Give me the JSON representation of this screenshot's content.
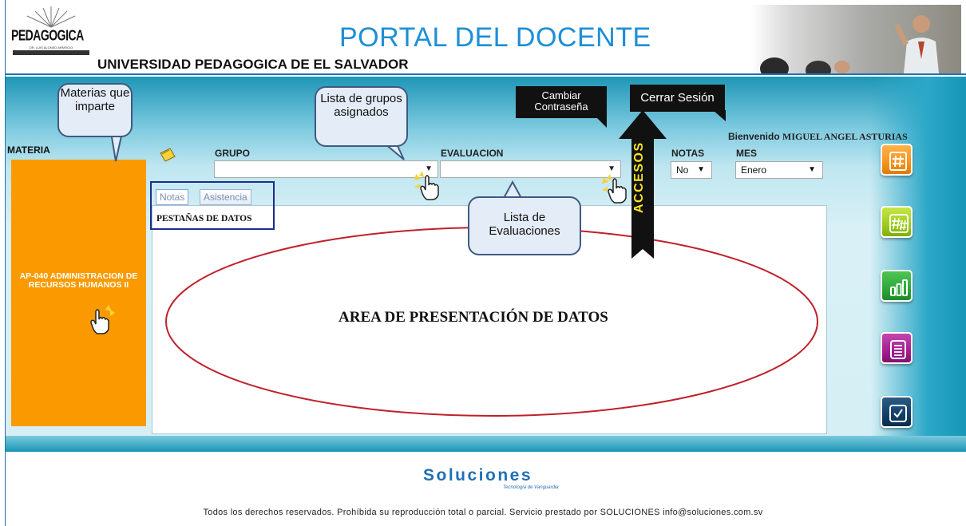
{
  "header": {
    "logo_text": "PEDAGOGICA",
    "logo_subtitle": "DR. LUIS ALONSO APARICIO",
    "portal_title": "PORTAL DEL DOCENTE",
    "university_name": "UNIVERSIDAD PEDAGOGICA DE EL SALVADOR"
  },
  "sidebar": {
    "label": "MATERIA",
    "subject": "AP-040 ADMINISTRACION DE RECURSOS HUMANOS II"
  },
  "filters": {
    "grupo_label": "GRUPO",
    "grupo_value": "",
    "evaluacion_label": "EVALUACION",
    "evaluacion_value": "",
    "notas_label": "NOTAS",
    "notas_value": "No",
    "mes_label": "MES",
    "mes_value": "Enero"
  },
  "welcome": {
    "prefix": "Bienvenido",
    "user_name": "MIGUEL ANGEL ASTURIAS"
  },
  "tabs": [
    {
      "label": "Notas"
    },
    {
      "label": "Asistencia"
    }
  ],
  "annotations": {
    "materias": "Materias que imparte",
    "grupos": "Lista de grupos asignados",
    "evaluaciones": "Lista de Evaluaciones",
    "cambiar_contrasena": "Cambiar Contraseña",
    "cerrar_sesion": "Cerrar Sesión",
    "accesos": "ACCESOS",
    "pestanas": "PESTAÑAS DE DATOS",
    "area": "AREA DE PRESENTACIÓN DE DATOS"
  },
  "access_tiles": [
    {
      "icon": "hash-icon",
      "color": "#f7941d"
    },
    {
      "icon": "hash-multi-icon",
      "color": "#9ccc1c"
    },
    {
      "icon": "bar-chart-icon",
      "color": "#2fa83a"
    },
    {
      "icon": "document-list-icon",
      "color": "#a3208f"
    },
    {
      "icon": "checkbox-icon",
      "color": "#123f66"
    }
  ],
  "footer": {
    "brand": "Soluciones",
    "tagline": "Tecnología de Vanguardia",
    "copyright": "Todos los derechos reservados. Prohíbida su reproducción total o parcial. Servicio prestado por SOLUCIONES info@soluciones.com.sv"
  }
}
